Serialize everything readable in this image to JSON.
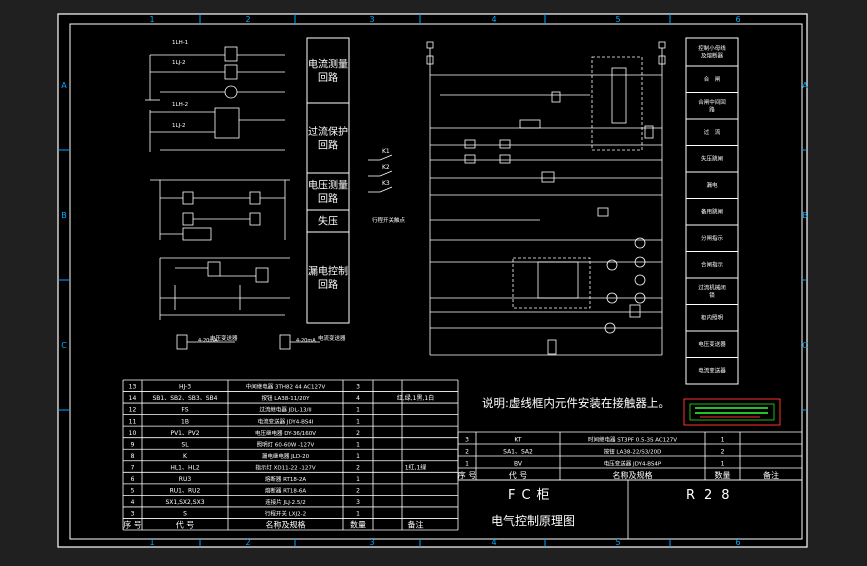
{
  "frame": {
    "col_labels": [
      "1",
      "2",
      "3",
      "4",
      "5",
      "6"
    ],
    "row_labels": [
      "A",
      "B",
      "C"
    ]
  },
  "circuit_labels": {
    "left_boxes": [
      "电流测量回路",
      "过流保护回路",
      "电压测量回路",
      "失压",
      "漏电控制回路"
    ],
    "right_boxes": [
      "控制小母线及熔断器",
      "合　闸",
      "合闸中间回路",
      "过　流",
      "失压跳闸",
      "漏电",
      "备用跳闸",
      "分闸指示",
      "合闸指示",
      "过流机械闭锁",
      "柜内照明",
      "电压变送器",
      "电流变送器"
    ],
    "relay_tags": [
      "1LH-1",
      "1LJ-2",
      "1LH-2",
      "1LJ-2"
    ],
    "switch_tags": [
      "K1",
      "K2",
      "K3"
    ],
    "switch_caption": "行程开关触点",
    "transducer_voltage": "电压变送器",
    "transducer_current": "电流变送器",
    "output_signal_1": "4-20mA",
    "output_signal_2": "4-20mA"
  },
  "note": "说明:虚线框内元件安装在接触器上。",
  "left_table": {
    "header": {
      "no": "序 号",
      "code": "代 号",
      "name": "名称及规格",
      "qty": "数量",
      "remark": "备注"
    },
    "rows": [
      {
        "no": "13",
        "code": "HJ-3",
        "name": "中间继电器 3TH82 44 AC127V",
        "qty": "3",
        "remark": ""
      },
      {
        "no": "14",
        "code": "SB1、SB2、SB3、SB4",
        "name": "按钮 LA38-11/20Y",
        "qty": "4",
        "remark": "红,绿,1黑,1白"
      },
      {
        "no": "12",
        "code": "FS",
        "name": "过流继电器 JDL-13/II",
        "qty": "1",
        "remark": ""
      },
      {
        "no": "11",
        "code": "1B",
        "name": "电流变送器 JDY4-BS4I",
        "qty": "1",
        "remark": ""
      },
      {
        "no": "10",
        "code": "PV1、PV2",
        "name": "电压继电器 DY-36/160V",
        "qty": "2",
        "remark": ""
      },
      {
        "no": "9",
        "code": "SL",
        "name": "照明灯 60-60W -127V",
        "qty": "1",
        "remark": ""
      },
      {
        "no": "8",
        "code": "K",
        "name": "漏电继电器 JLD-20",
        "qty": "1",
        "remark": ""
      },
      {
        "no": "7",
        "code": "HL1、HL2",
        "name": "指示灯 XD11-22 -127V",
        "qty": "2",
        "remark": "1红,1绿"
      },
      {
        "no": "6",
        "code": "RU3",
        "name": "熔断器 RT18-2A",
        "qty": "1",
        "remark": ""
      },
      {
        "no": "5",
        "code": "RU1、RU2",
        "name": "熔断器 RT18-6A",
        "qty": "2",
        "remark": ""
      },
      {
        "no": "4",
        "code": "SX1,SX2,SX3",
        "name": "连接片 JLJ-2.5/2",
        "qty": "3",
        "remark": ""
      },
      {
        "no": "3",
        "code": "S",
        "name": "行程开关 LXJ2-2",
        "qty": "1",
        "remark": ""
      }
    ]
  },
  "right_table": {
    "header": {
      "no": "序 号",
      "code": "代 号",
      "name": "名称及规格",
      "qty": "数量",
      "remark": "备注"
    },
    "rows": [
      {
        "no": "3",
        "code": "KT",
        "name": "时间继电器 ST3PF 0.5-3S AC127V",
        "qty": "1",
        "remark": ""
      },
      {
        "no": "2",
        "code": "SA1、SA2",
        "name": "按钮 LA38-22/S3/20D",
        "qty": "2",
        "remark": ""
      },
      {
        "no": "1",
        "code": "BV",
        "name": "电压变送器 JDY4-BS4P",
        "qty": "1",
        "remark": ""
      }
    ]
  },
  "title_block": {
    "cabinet": "FC柜",
    "drawing_no": "R28",
    "drawing_title": "电气控制原理图"
  },
  "colors": {
    "background": "#202020",
    "paper": "#000000",
    "lines": "#ffffff",
    "border_accent": "#00aaff",
    "stamp_red": "#ff3030",
    "stamp_green": "#30ff30"
  }
}
